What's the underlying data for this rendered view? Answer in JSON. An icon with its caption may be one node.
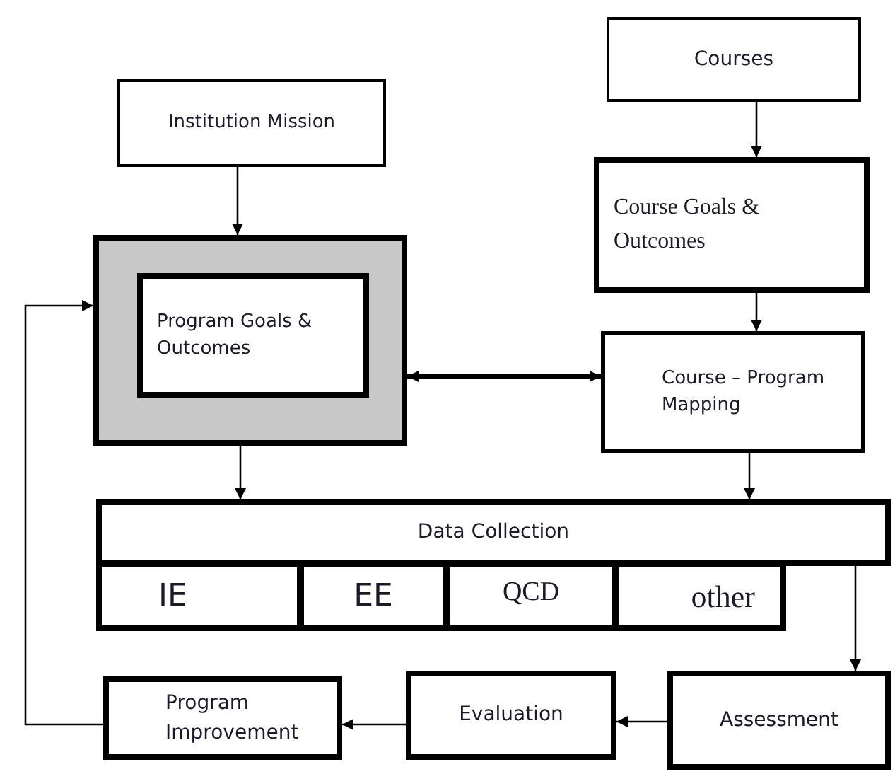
{
  "diagram": {
    "nodes": [
      {
        "text": [
          "Institution Mission"
        ]
      },
      {
        "text": [],
        "shape": "box"
      },
      {
        "text": [
          "Program Goals & Outcomes"
        ],
        "in": 1
      },
      {
        "text": [
          "Courses"
        ]
      },
      {
        "text": [
          "Course Goals & Outcomes"
        ]
      },
      {
        "text": [
          "Course – Program Mapping"
        ]
      },
      {
        "text": [
          "Data Collection"
        ]
      },
      {
        "text": [
          "IE"
        ]
      },
      {
        "text": [
          "EE"
        ]
      },
      {
        "text": [
          "QCD"
        ]
      },
      {
        "text": [
          "other"
        ]
      },
      {
        "text": [
          "Program Improvement"
        ]
      },
      {
        "text": [
          "Evaluation"
        ]
      },
      {
        "text": [
          "Assessment"
        ]
      }
    ],
    "edges": [
      {
        "from": 0,
        "to": 1,
        "arrow": "to"
      },
      {
        "from": 3,
        "to": 4,
        "arrow": "to"
      },
      {
        "from": 4,
        "to": 5,
        "arrow": "to"
      },
      {
        "from": 1,
        "to": 5,
        "arrow": "both",
        "style": "thick"
      },
      {
        "from": 1,
        "to": 6,
        "arrow": "to"
      },
      {
        "from": 5,
        "to": 6,
        "arrow": "to"
      },
      {
        "from": 6,
        "to": 13,
        "arrow": "to"
      },
      {
        "from": 13,
        "to": 12,
        "arrow": "to"
      },
      {
        "from": 12,
        "to": 11,
        "arrow": "to"
      },
      {
        "from": 11,
        "to": 1,
        "arrow": "to"
      }
    ]
  }
}
